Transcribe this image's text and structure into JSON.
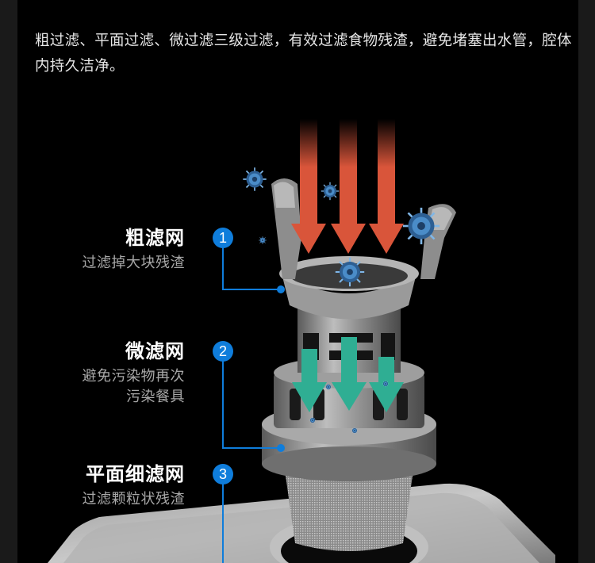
{
  "intro": {
    "text": "粗过滤、平面过滤、微过滤三级过滤，有效过滤食物残渣，避免堵塞出水管，腔体内持久洁净。"
  },
  "filters": [
    {
      "number": "1",
      "title": "粗滤网",
      "description_lines": [
        "过滤掉大块残渣"
      ]
    },
    {
      "number": "2",
      "title": "微滤网",
      "description_lines": [
        "避免污染物再次",
        "污染餐具"
      ]
    },
    {
      "number": "3",
      "title": "平面细滤网",
      "description_lines": [
        "过滤颗粒状残渣"
      ]
    }
  ],
  "colors": {
    "background": "#000000",
    "side_band": "#1a1a1a",
    "badge_blue": "#0f7ddb",
    "red_arrow": "#d9553a",
    "teal_arrow": "#2fae93",
    "virus_blue": "#4a8cc8"
  },
  "icons": {
    "red_arrows": "arrow-down-icon",
    "teal_arrows": "arrow-down-icon",
    "particles": "virus-icon"
  }
}
